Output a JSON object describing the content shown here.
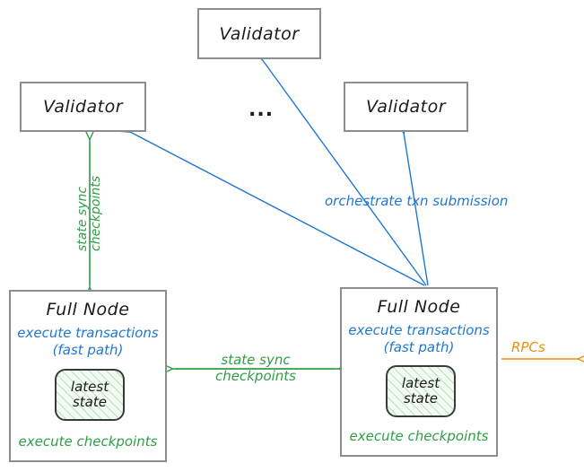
{
  "diagram": {
    "title_hidden": "Sui network architecture diagram",
    "colors": {
      "box_border": "#8d8d8d",
      "blue": "#1f77d0",
      "green": "#2f9e44",
      "orange": "#e8900c",
      "text": "#1a1a1a",
      "background": "#ffffff"
    },
    "nodes": {
      "validator_top": {
        "label": "Validator"
      },
      "validator_left": {
        "label": "Validator"
      },
      "validator_right": {
        "label": "Validator"
      },
      "ellipsis": {
        "label": "..."
      },
      "full_node_left": {
        "title": "Full Node",
        "execute_line1": "execute transactions",
        "execute_line2": "(fast path)",
        "state_line1": "latest",
        "state_line2": "state",
        "bottom_label": "execute checkpoints"
      },
      "full_node_right": {
        "title": "Full Node",
        "execute_line1": "execute transactions",
        "execute_line2": "(fast path)",
        "state_line1": "latest",
        "state_line2": "state",
        "bottom_label": "execute checkpoints"
      }
    },
    "edges": {
      "state_sync_vertical": {
        "line1": "state sync",
        "line2": "checkpoints"
      },
      "state_sync_horizontal": {
        "line1": "state sync",
        "line2": "checkpoints"
      },
      "orchestrate": {
        "label": "orchestrate txn submission"
      },
      "rpcs": {
        "label": "RPCs"
      }
    }
  }
}
